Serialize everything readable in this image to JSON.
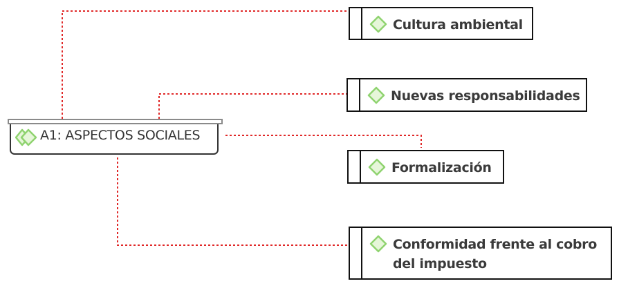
{
  "diagram": {
    "root": {
      "label": "A1: ASPECTOS SOCIALES",
      "icon": "double-diamond-icon"
    },
    "topics": [
      {
        "id": "cultura",
        "label": "Cultura ambiental",
        "icon": "diamond-icon"
      },
      {
        "id": "nuevas",
        "label": "Nuevas responsabilidades",
        "icon": "diamond-icon"
      },
      {
        "id": "formalizacion",
        "label": "Formalización",
        "icon": "diamond-icon"
      },
      {
        "id": "conformidad",
        "label": "Conformidad frente al cobro del impuesto",
        "icon": "diamond-icon"
      }
    ],
    "colors": {
      "connector": "#e02828",
      "icon_stroke": "#8fd36f",
      "icon_fill": "#e6f6d9",
      "node_border": "#111111",
      "text": "#333333"
    }
  }
}
